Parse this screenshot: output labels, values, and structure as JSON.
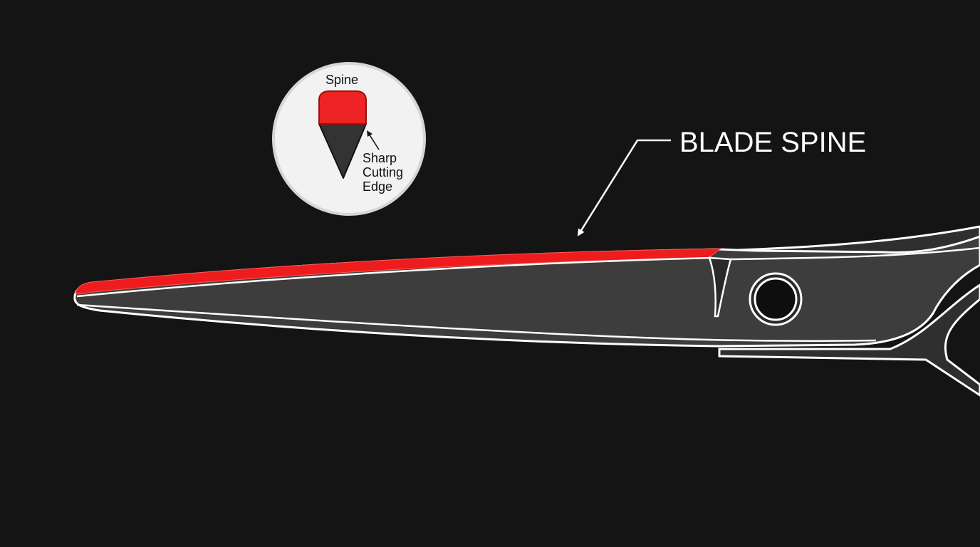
{
  "callout": {
    "label": "BLADE SPINE"
  },
  "inset": {
    "spine_label": "Spine",
    "edge_label_lines": [
      "Sharp",
      "Cutting",
      "Edge"
    ]
  },
  "colors": {
    "background": "#141414",
    "blade_fill": "#3d3d3d",
    "outline": "#ffffff",
    "spine_highlight": "#ee1c1c",
    "inset_bg": "#f2f2f2",
    "inset_dark": "#333333"
  },
  "icons": {
    "pivot": "pivot-screw-icon",
    "arrow": "pointer-arrow-icon"
  }
}
